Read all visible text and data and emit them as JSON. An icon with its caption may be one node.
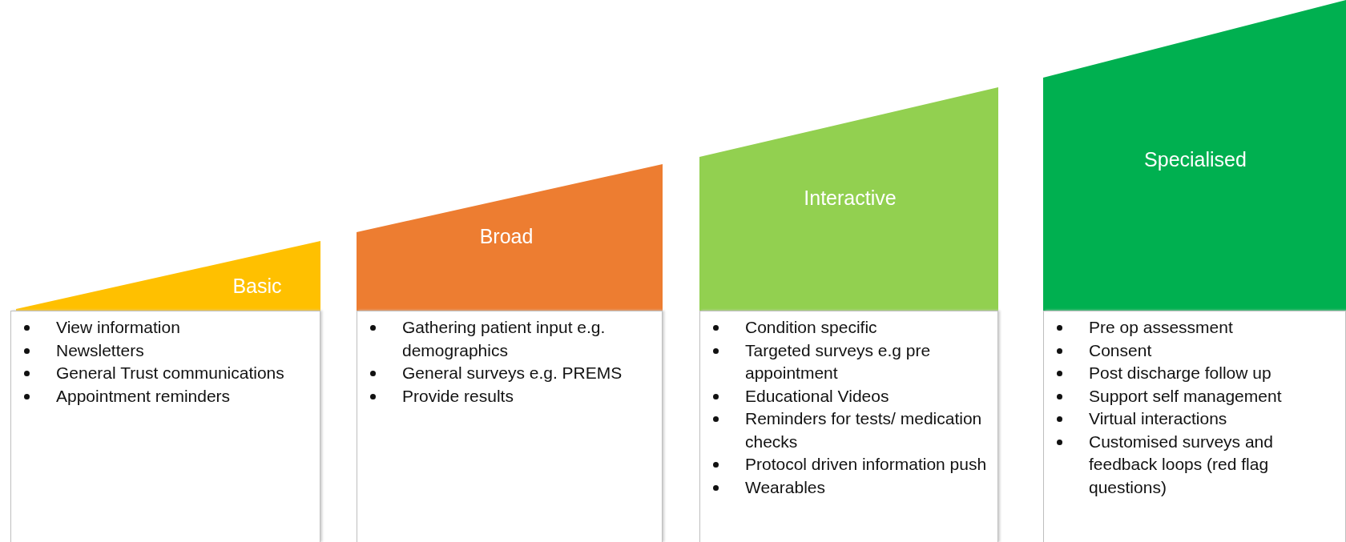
{
  "diagram": {
    "nodes": [
      {
        "text": [
          "Basic"
        ]
      },
      {
        "text": [
          "View information",
          "Newsletters",
          "General Trust communications",
          "Appointment reminders"
        ]
      },
      {
        "text": [
          "Broad"
        ]
      },
      {
        "text": [
          "Gathering patient input e.g. demographics",
          "General surveys e.g. PREMS",
          "Provide results"
        ]
      },
      {
        "text": [
          "Interactive"
        ]
      },
      {
        "text": [
          "Condition specific",
          "Targeted surveys e.g pre appointment",
          "Educational Videos",
          "Reminders for tests/ medication checks",
          "Protocol driven information push",
          "Wearables"
        ]
      },
      {
        "text": [
          "Specialised"
        ]
      },
      {
        "text": [
          "Pre op assessment",
          "Consent",
          "Post discharge follow up",
          "Support self management",
          "Virtual interactions",
          "Customised surveys and feedback loops (red flag questions)"
        ]
      }
    ]
  }
}
